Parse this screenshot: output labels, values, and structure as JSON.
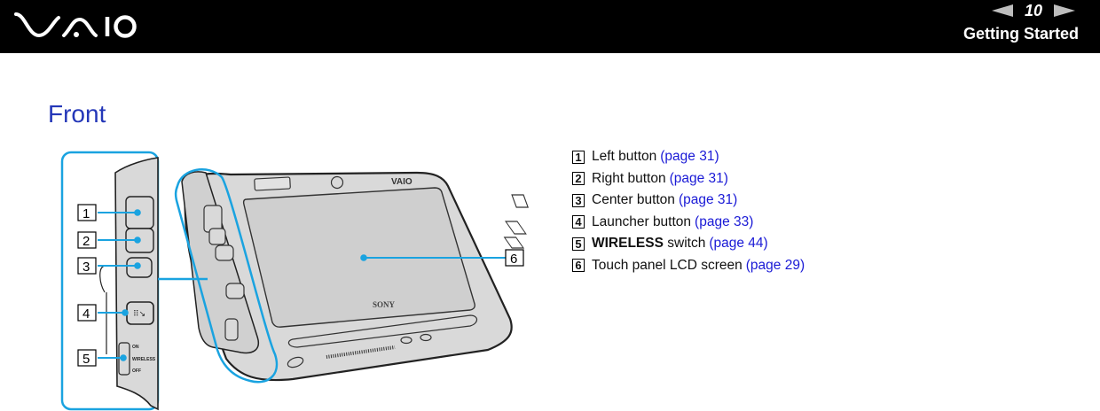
{
  "header": {
    "logo": "VAIO",
    "page_number": "10",
    "section": "Getting Started",
    "prev_icon": "triangle-left-icon",
    "next_icon": "triangle-right-icon"
  },
  "page": {
    "title": "Front"
  },
  "figure": {
    "callouts": [
      "1",
      "2",
      "3",
      "4",
      "5",
      "6"
    ],
    "switch_labels": {
      "on": "ON",
      "wireless": "WIRELESS",
      "off": "OFF"
    },
    "brand_text": "SONY",
    "device_logo": "VAIO"
  },
  "items": [
    {
      "num": "1",
      "label": "Left button",
      "bold": "",
      "link": "(page 31)"
    },
    {
      "num": "2",
      "label": "Right button",
      "bold": "",
      "link": "(page 31)"
    },
    {
      "num": "3",
      "label": "Center button",
      "bold": "",
      "link": "(page 31)"
    },
    {
      "num": "4",
      "label": "Launcher button",
      "bold": "",
      "link": "(page 33)"
    },
    {
      "num": "5",
      "label": " switch",
      "bold": "WIRELESS",
      "link": "(page 44)"
    },
    {
      "num": "6",
      "label": "Touch panel LCD screen",
      "bold": "",
      "link": "(page 29)"
    }
  ],
  "colors": {
    "header_bg": "#000000",
    "title": "#2437b8",
    "link": "#1a1ad6",
    "callout_line": "#1aa3e0",
    "device_fill": "#d9d9d9"
  }
}
